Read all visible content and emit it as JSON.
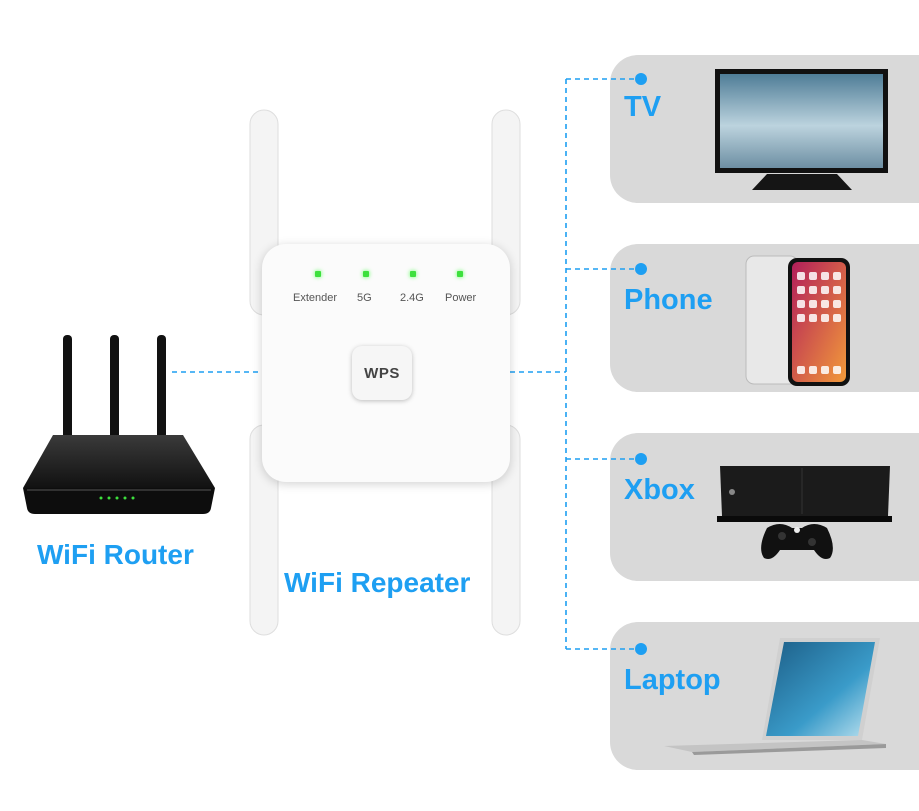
{
  "router": {
    "label": "WiFi Router"
  },
  "repeater": {
    "label": "WiFi Repeater",
    "wps_label": "WPS",
    "indicators": [
      "Extender",
      "5G",
      "2.4G",
      "Power"
    ]
  },
  "devices": [
    {
      "label": "TV"
    },
    {
      "label": "Phone"
    },
    {
      "label": "Xbox"
    },
    {
      "label": "Laptop"
    }
  ],
  "colors": {
    "accent": "#1e9ff2",
    "card": "#d9d9d9",
    "led": "#3de03d"
  }
}
